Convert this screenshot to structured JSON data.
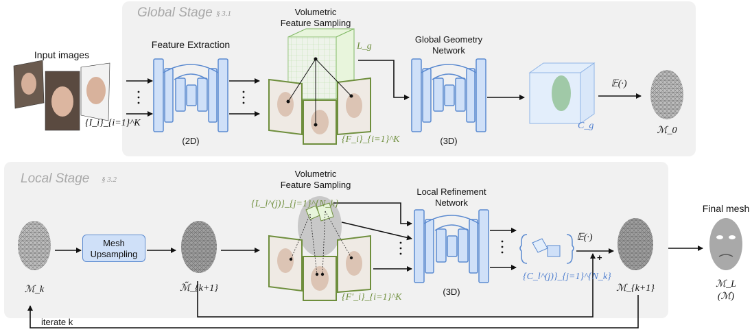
{
  "global": {
    "title": "Global Stage",
    "section": "§ 3.1",
    "input_label": "Input images",
    "images_math": "{I_i}_{i=1}^K",
    "feature_extraction": "Feature Extraction",
    "dim2d": "(2D)",
    "vfs_line1": "Volumetric",
    "vfs_line2": "Feature Sampling",
    "Lg": "L_g",
    "Fi": "{F_i}_{i=1}^K",
    "ggn_line1": "Global Geometry",
    "ggn_line2": "Network",
    "dim3d": "(3D)",
    "Cg": "C_g",
    "E": "𝔼(·)",
    "M0": "ℳ_0"
  },
  "local": {
    "title": "Local Stage",
    "section": "§ 3.2",
    "Mk": "ℳ_k",
    "upsample_line1": "Mesh",
    "upsample_line2": "Upsampling",
    "Mtilde": "ℳ̃_{k+1}",
    "vfs_line1": "Volumetric",
    "vfs_line2": "Feature Sampling",
    "Lj": "{L_l^(j)}_{j=1}^{N_k}",
    "Fprime": "{F'_i}_{i=1}^K",
    "lrn_line1": "Local Refinement",
    "lrn_line2": "Network",
    "dim3d": "(3D)",
    "Cj": "{C_l^(j)}_{j=1}^{N_k}",
    "E": "𝔼(·)",
    "plus": "+",
    "Mk1": "ℳ_{k+1}",
    "iterate": "iterate k",
    "final_label": "Final mesh",
    "ML": "ℳ_L",
    "M": "(ℳ)"
  },
  "colors": {
    "stage_bg": "#f1f1f1",
    "net_fill": "#cfe0f8",
    "net_stroke": "#5b8ad0",
    "green": "#6e8e3c",
    "blue": "#4f7fcf"
  }
}
